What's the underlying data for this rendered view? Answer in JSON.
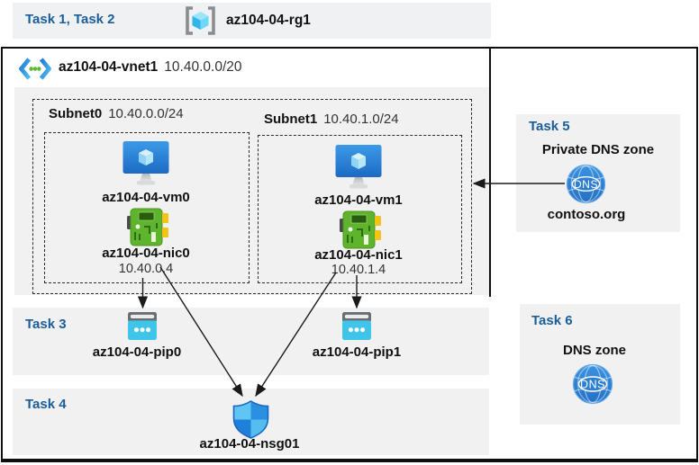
{
  "header": {
    "tasks_label": "Task 1, Task 2",
    "resource_group": "az104-04-rg1"
  },
  "vnet": {
    "name": "az104-04-vnet1",
    "cidr": "10.40.0.0/20",
    "subnets": [
      {
        "name": "Subnet0",
        "cidr": "10.40.0.0/24",
        "vm": "az104-04-vm0",
        "nic": "az104-04-nic0",
        "ip": "10.40.0.4"
      },
      {
        "name": "Subnet1",
        "cidr": "10.40.1.0/24",
        "vm": "az104-04-vm1",
        "nic": "az104-04-nic1",
        "ip": "10.40.1.4"
      }
    ]
  },
  "task3": {
    "label": "Task 3",
    "pip0": "az104-04-pip0",
    "pip1": "az104-04-pip1"
  },
  "task4": {
    "label": "Task 4",
    "nsg": "az104-04-nsg01"
  },
  "task5": {
    "label": "Task 5",
    "title": "Private DNS zone",
    "zone": "contoso.org",
    "dns_icon_text": "DNS"
  },
  "task6": {
    "label": "Task 6",
    "title": "DNS zone",
    "dns_icon_text": "DNS"
  },
  "icons": {
    "resource_group": "resource-group-icon",
    "virtual_network": "virtual-network-icon",
    "virtual_machine": "virtual-machine-icon",
    "network_interface": "nic-icon",
    "public_ip": "public-ip-icon",
    "nsg": "shield-icon",
    "dns": "dns-globe-icon"
  },
  "connections": [
    {
      "from": "contoso.org",
      "to": "Subnet1"
    },
    {
      "from": "az104-04-nic0",
      "to": "az104-04-pip0"
    },
    {
      "from": "az104-04-nic0",
      "to": "az104-04-nsg01"
    },
    {
      "from": "az104-04-nic1",
      "to": "az104-04-pip1"
    },
    {
      "from": "az104-04-nic1",
      "to": "az104-04-nsg01"
    }
  ],
  "colors": {
    "task_label_blue": "#1b5e97",
    "panel_gray": "#f1f1f2",
    "frame_black": "#0e0e0e",
    "vm_blue": "#1c6ac4",
    "nic_green": "#5fb42e",
    "nic_yellow": "#f3c318",
    "pip_cyan": "#3fc4ea",
    "dns_blue": "#2e7fd0",
    "shield_light": "#60c4f4",
    "shield_dark": "#1f7fd9",
    "rg_cyan": "#2fb7e9",
    "vnet_dot_green": "#5cb832"
  }
}
